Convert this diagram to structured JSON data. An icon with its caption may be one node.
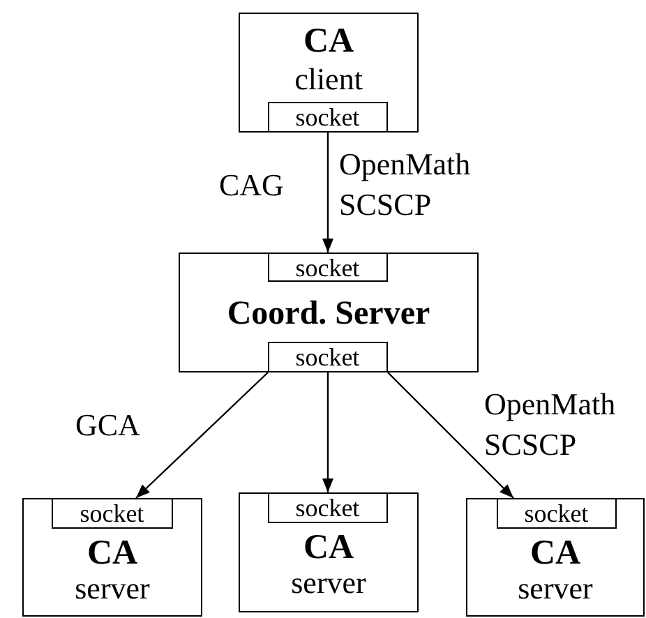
{
  "diagram": {
    "nodes": [
      {
        "text": [
          "CA",
          "client"
        ]
      },
      {
        "text": [
          "socket"
        ],
        "in": 0
      },
      {
        "text": [
          "Coord. Server"
        ]
      },
      {
        "text": [
          "socket"
        ],
        "in": 2
      },
      {
        "text": [
          "socket"
        ],
        "in": 2
      },
      {
        "text": [
          "CA",
          "server"
        ]
      },
      {
        "text": [
          "socket"
        ],
        "in": 5
      },
      {
        "text": [
          "CA",
          "server"
        ]
      },
      {
        "text": [
          "socket"
        ],
        "in": 7
      },
      {
        "text": [
          "CA",
          "server"
        ]
      },
      {
        "text": [
          "socket"
        ],
        "in": 9
      }
    ],
    "edges": [
      {
        "from": 1,
        "to": 3,
        "arrow": "to"
      },
      {
        "from": 4,
        "to": 6,
        "arrow": "to"
      },
      {
        "from": 4,
        "to": 8,
        "arrow": "to"
      },
      {
        "from": 4,
        "to": 10,
        "arrow": "to"
      }
    ],
    "labels": [
      "OpenMath SCSCP",
      "CAG",
      "GCA",
      "OpenMath SCSCP"
    ]
  }
}
